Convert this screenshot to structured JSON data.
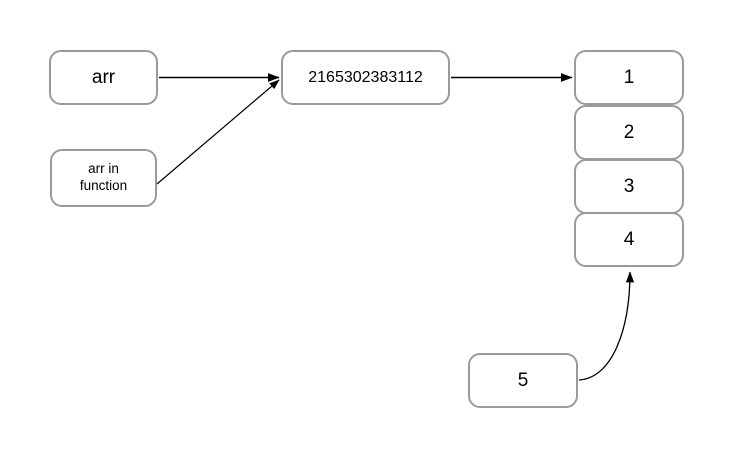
{
  "diagram": {
    "background_color": "#ffffff",
    "node_border_color": "#9a9a9a",
    "edge_color": "#000000",
    "nodes": [
      {
        "id": "arr",
        "label": "arr"
      },
      {
        "id": "arrfn",
        "label": "arr in\nfunction"
      },
      {
        "id": "addr",
        "label": "2165302383112"
      },
      {
        "id": "cell1",
        "label": "1"
      },
      {
        "id": "cell2",
        "label": "2"
      },
      {
        "id": "cell3",
        "label": "3"
      },
      {
        "id": "cell4",
        "label": "4"
      },
      {
        "id": "five",
        "label": "5"
      }
    ],
    "edges": [
      {
        "id": "arr-to-addr",
        "from": "arr",
        "to": "addr",
        "style": "straight",
        "arrowhead": "end"
      },
      {
        "id": "arrfn-to-addr",
        "from": "arrfn",
        "to": "addr",
        "style": "straight",
        "arrowhead": "end"
      },
      {
        "id": "addr-to-cell1",
        "from": "addr",
        "to": "cell1",
        "style": "straight",
        "arrowhead": "end"
      },
      {
        "id": "five-to-cell4",
        "from": "five",
        "to": "cell4",
        "style": "curved",
        "arrowhead": "end"
      }
    ]
  }
}
